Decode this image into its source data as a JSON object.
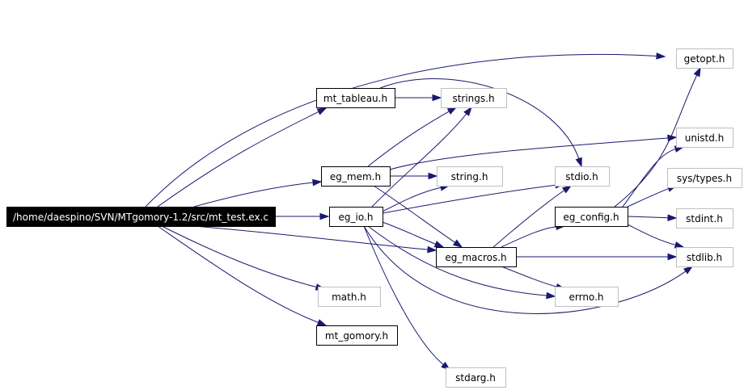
{
  "diagram": {
    "nodes": [
      {
        "id": "root",
        "label": "/home/daespino/SVN/MTgomory-1.2/src/mt_test.ex.c",
        "style": "root"
      },
      {
        "id": "mt_tableau",
        "label": "mt_tableau.h",
        "style": "solid"
      },
      {
        "id": "eg_mem",
        "label": "eg_mem.h",
        "style": "solid"
      },
      {
        "id": "eg_io",
        "label": "eg_io.h",
        "style": "solid"
      },
      {
        "id": "eg_macros",
        "label": "eg_macros.h",
        "style": "solid"
      },
      {
        "id": "eg_config",
        "label": "eg_config.h",
        "style": "solid"
      },
      {
        "id": "mt_gomory",
        "label": "mt_gomory.h",
        "style": "solid"
      },
      {
        "id": "strings",
        "label": "strings.h",
        "style": "gray"
      },
      {
        "id": "string",
        "label": "string.h",
        "style": "gray"
      },
      {
        "id": "stdio",
        "label": "stdio.h",
        "style": "gray"
      },
      {
        "id": "math",
        "label": "math.h",
        "style": "gray"
      },
      {
        "id": "stdarg",
        "label": "stdarg.h",
        "style": "gray"
      },
      {
        "id": "errno",
        "label": "errno.h",
        "style": "gray"
      },
      {
        "id": "getopt",
        "label": "getopt.h",
        "style": "gray"
      },
      {
        "id": "unistd",
        "label": "unistd.h",
        "style": "gray"
      },
      {
        "id": "systypes",
        "label": "sys/types.h",
        "style": "gray"
      },
      {
        "id": "stdint",
        "label": "stdint.h",
        "style": "gray"
      },
      {
        "id": "stdlib",
        "label": "stdlib.h",
        "style": "gray"
      }
    ],
    "edges": [
      {
        "from": "root",
        "to": "getopt"
      },
      {
        "from": "root",
        "to": "mt_tableau"
      },
      {
        "from": "root",
        "to": "eg_mem"
      },
      {
        "from": "root",
        "to": "eg_io"
      },
      {
        "from": "root",
        "to": "eg_macros"
      },
      {
        "from": "root",
        "to": "math"
      },
      {
        "from": "root",
        "to": "mt_gomory"
      },
      {
        "from": "mt_tableau",
        "to": "strings"
      },
      {
        "from": "mt_tableau",
        "to": "stdio"
      },
      {
        "from": "eg_mem",
        "to": "strings"
      },
      {
        "from": "eg_mem",
        "to": "string"
      },
      {
        "from": "eg_mem",
        "to": "unistd"
      },
      {
        "from": "eg_mem",
        "to": "eg_macros"
      },
      {
        "from": "eg_io",
        "to": "strings"
      },
      {
        "from": "eg_io",
        "to": "string"
      },
      {
        "from": "eg_io",
        "to": "stdio"
      },
      {
        "from": "eg_io",
        "to": "eg_macros"
      },
      {
        "from": "eg_io",
        "to": "errno"
      },
      {
        "from": "eg_io",
        "to": "stdlib"
      },
      {
        "from": "eg_io",
        "to": "stdarg"
      },
      {
        "from": "eg_macros",
        "to": "stdio"
      },
      {
        "from": "eg_macros",
        "to": "eg_config"
      },
      {
        "from": "eg_macros",
        "to": "errno"
      },
      {
        "from": "eg_macros",
        "to": "stdlib"
      },
      {
        "from": "eg_config",
        "to": "getopt"
      },
      {
        "from": "eg_config",
        "to": "unistd"
      },
      {
        "from": "eg_config",
        "to": "systypes"
      },
      {
        "from": "eg_config",
        "to": "stdint"
      },
      {
        "from": "eg_config",
        "to": "stdlib"
      }
    ],
    "colors": {
      "edge": "#191970",
      "gray_border": "#bfbfbf",
      "root_fill": "#000000"
    }
  }
}
